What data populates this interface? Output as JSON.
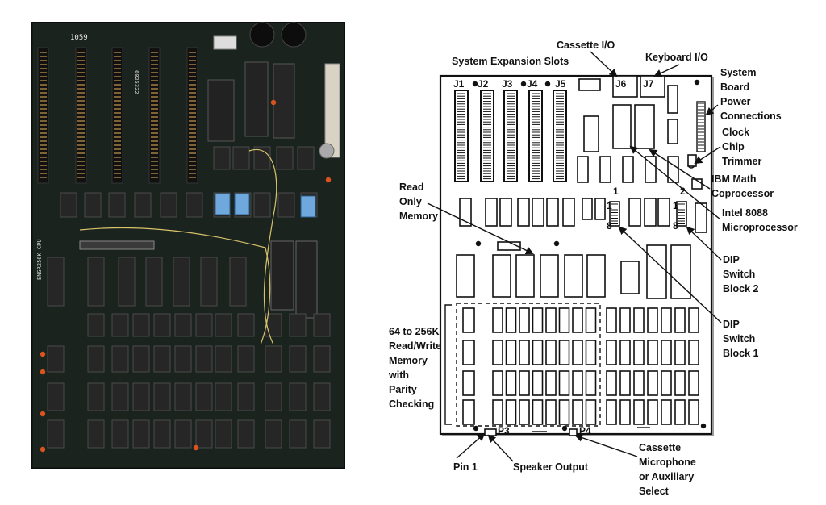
{
  "photo": {
    "silkscreen": [
      "1059",
      "6025322",
      "ENGR256K CPU"
    ]
  },
  "diagram": {
    "callouts": {
      "expansion": [
        "System Expansion Slots"
      ],
      "cassette": [
        "Cassette I/O"
      ],
      "keyboard": [
        "Keyboard I/O"
      ],
      "power": [
        "System",
        "Board",
        "Power",
        "Connections"
      ],
      "clock": [
        "Clock",
        "Chip",
        "Trimmer"
      ],
      "math": [
        "IBM Math",
        "Coprocessor"
      ],
      "cpu": [
        "Intel 8088",
        "Microprocessor"
      ],
      "rom": [
        "Read",
        "Only",
        "Memory"
      ],
      "dip2": [
        "DIP",
        "Switch",
        "Block 2"
      ],
      "dip1": [
        "DIP",
        "Switch",
        "Block 1"
      ],
      "ram": [
        "64 to 256K",
        "Read/Write",
        "Memory",
        "with",
        "Parity",
        "Checking"
      ],
      "pin1": [
        "Pin 1"
      ],
      "speaker": [
        "Speaker Output"
      ],
      "cassmic": [
        "Cassette",
        "Microphone",
        "or Auxiliary",
        "Select"
      ]
    },
    "slots": [
      "J1",
      "J2",
      "J3",
      "J4",
      "J5"
    ],
    "connectors": [
      "J6",
      "J7"
    ],
    "plugs": [
      "P3",
      "P4"
    ],
    "dip_numbers": [
      "1",
      "2"
    ],
    "dip_marks": [
      "1",
      "8",
      "1",
      "8"
    ]
  }
}
